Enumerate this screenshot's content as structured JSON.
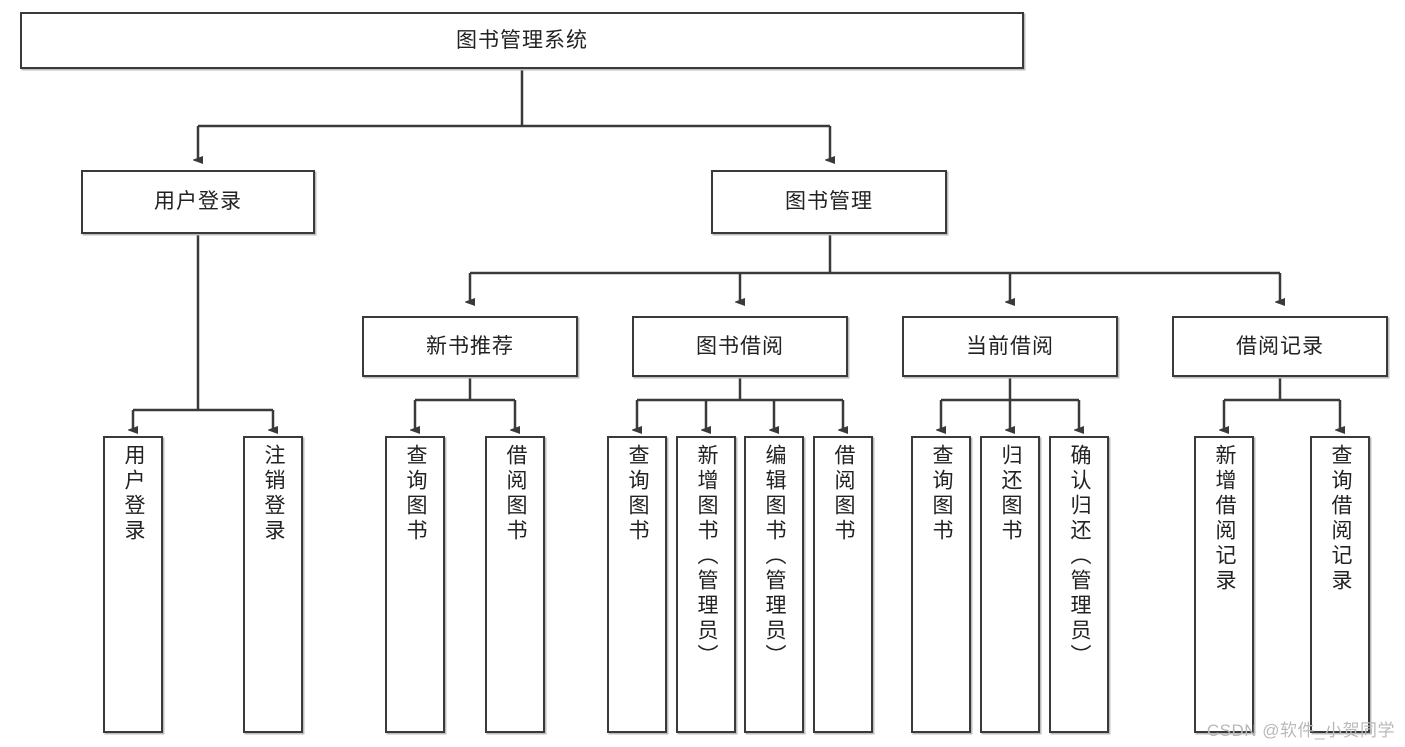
{
  "diagram": {
    "title": "图书管理系统",
    "watermark": "CSDN @软件_小贺同学",
    "colors": {
      "box_border": "#3a3a3a",
      "box_fill": "#ffffff",
      "edge": "#3a3a3a",
      "text": "#222222",
      "watermark": "#b9b9b9",
      "background": "#ffffff"
    },
    "levels": {
      "level1": [
        {
          "id": "root",
          "label": "图书管理系统"
        }
      ],
      "level2": [
        {
          "id": "user-login",
          "label": "用户登录"
        },
        {
          "id": "book-manage",
          "label": "图书管理"
        }
      ],
      "level3": [
        {
          "id": "new-book-rec",
          "label": "新书推荐",
          "parent": "book-manage"
        },
        {
          "id": "book-borrow",
          "label": "图书借阅",
          "parent": "book-manage"
        },
        {
          "id": "current-borrow",
          "label": "当前借阅",
          "parent": "book-manage"
        },
        {
          "id": "borrow-record",
          "label": "借阅记录",
          "parent": "book-manage"
        }
      ],
      "level4": [
        {
          "id": "leaf-user-login",
          "label": "用户登录",
          "parent": "user-login"
        },
        {
          "id": "leaf-user-logout",
          "label": "注销登录",
          "parent": "user-login"
        },
        {
          "id": "leaf-query-book-1",
          "label": "查询图书",
          "parent": "new-book-rec"
        },
        {
          "id": "leaf-borrow-book-1",
          "label": "借阅图书",
          "parent": "new-book-rec"
        },
        {
          "id": "leaf-query-book-2",
          "label": "查询图书",
          "parent": "book-borrow"
        },
        {
          "id": "leaf-add-book",
          "label": "新增图书（管理员）",
          "parent": "book-borrow"
        },
        {
          "id": "leaf-edit-book",
          "label": "编辑图书（管理员）",
          "parent": "book-borrow"
        },
        {
          "id": "leaf-borrow-book-2",
          "label": "借阅图书",
          "parent": "book-borrow"
        },
        {
          "id": "leaf-query-book-3",
          "label": "查询图书",
          "parent": "current-borrow"
        },
        {
          "id": "leaf-return-book",
          "label": "归还图书",
          "parent": "current-borrow"
        },
        {
          "id": "leaf-confirm-return",
          "label": "确认归还（管理员）",
          "parent": "current-borrow"
        },
        {
          "id": "leaf-add-record",
          "label": "新增借阅记录",
          "parent": "borrow-record"
        },
        {
          "id": "leaf-query-record",
          "label": "查询借阅记录",
          "parent": "borrow-record"
        }
      ]
    }
  }
}
